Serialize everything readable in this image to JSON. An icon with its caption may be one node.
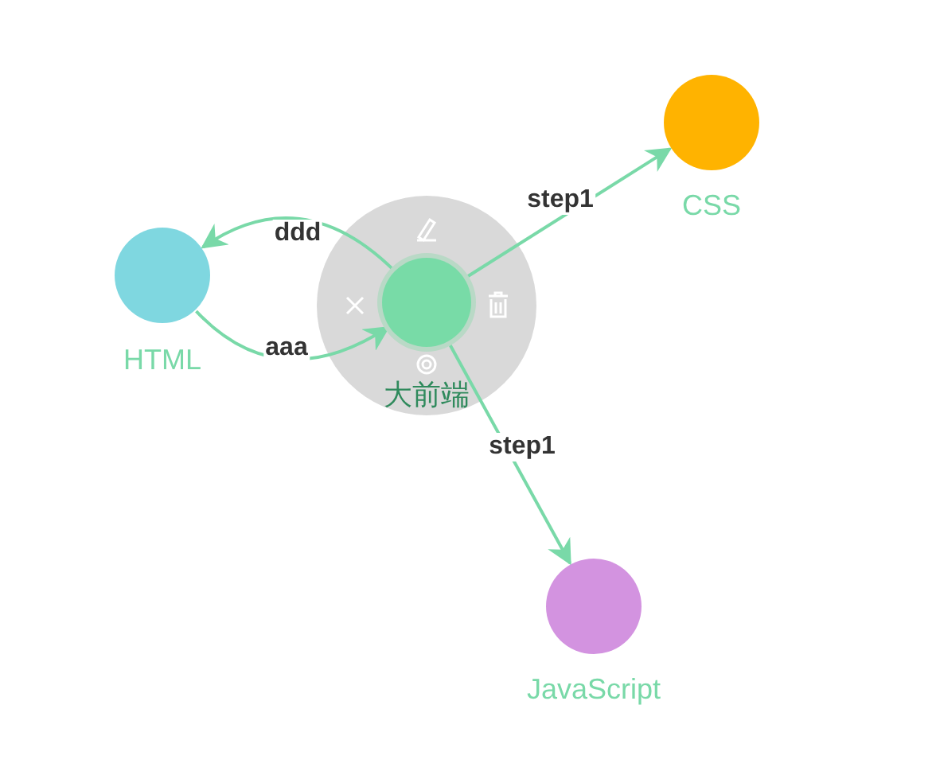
{
  "diagram": {
    "nodes": [
      {
        "text": [
          "大前端"
        ]
      },
      {
        "text": [
          "HTML"
        ]
      },
      {
        "text": [
          "CSS"
        ]
      },
      {
        "text": [
          "JavaScript"
        ]
      }
    ],
    "edges": [
      {
        "from": 0,
        "to": 1,
        "arrow": "to",
        "label": "ddd"
      },
      {
        "from": 1,
        "to": 0,
        "arrow": "to",
        "label": "aaa"
      },
      {
        "from": 0,
        "to": 2,
        "arrow": "to",
        "label": "step1"
      },
      {
        "from": 0,
        "to": 3,
        "arrow": "to",
        "label": "step1"
      }
    ]
  }
}
